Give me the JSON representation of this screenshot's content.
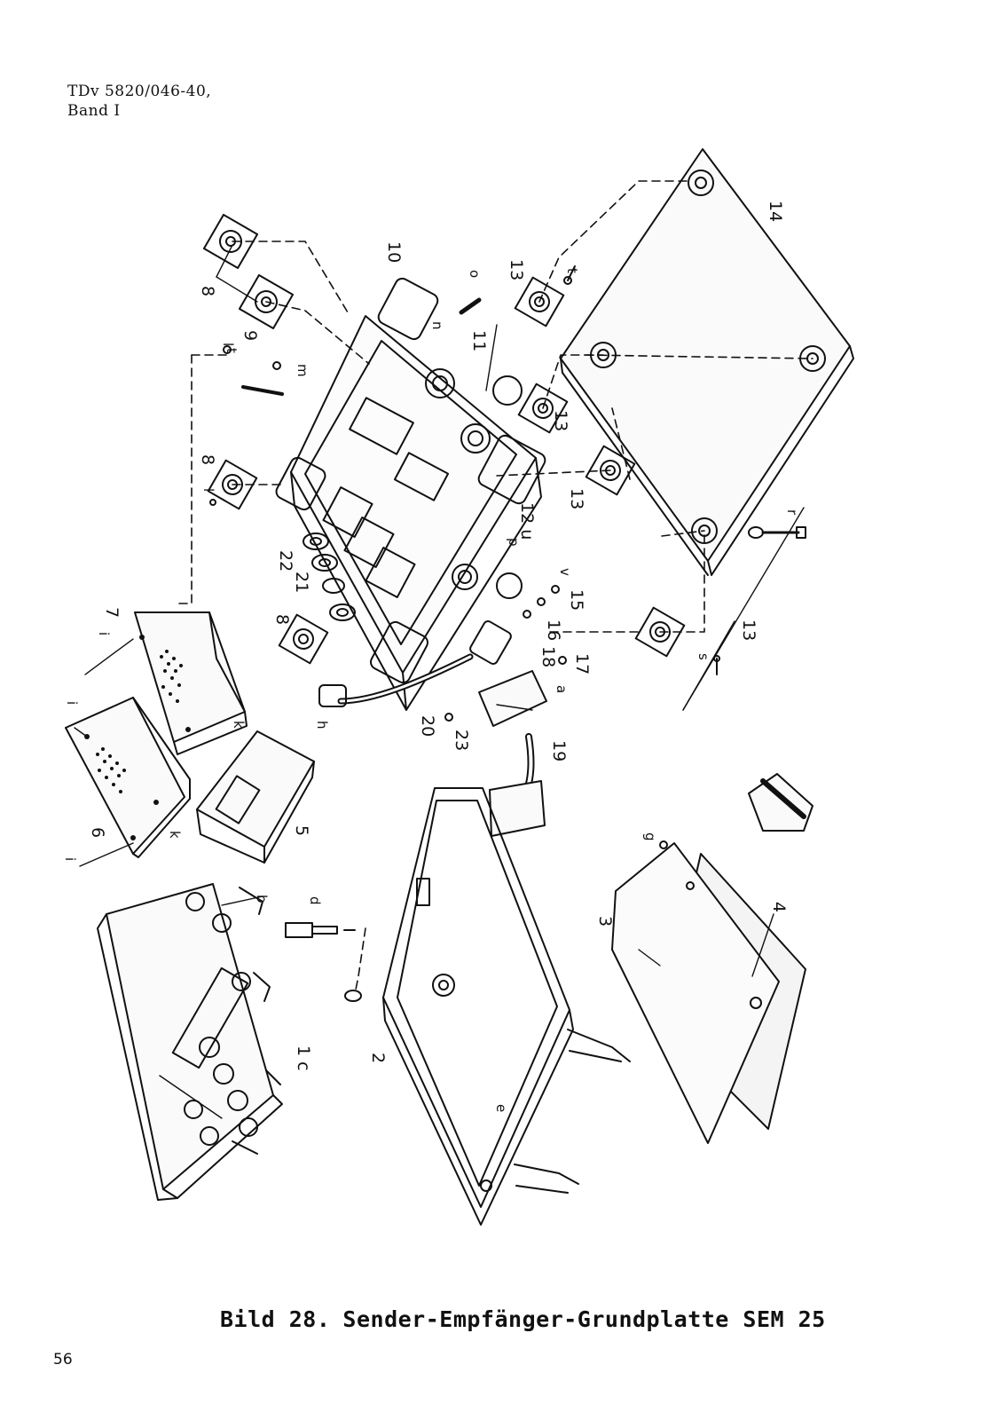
{
  "header": {
    "doc_number": "TDv 5820/046-40,",
    "volume": "Band I"
  },
  "figure": {
    "labels": {
      "l1c": "1 c",
      "l2": "2",
      "l3": "3",
      "l4": "4",
      "l5": "5",
      "l6": "6",
      "l7": "7",
      "l8a": "8",
      "l8b": "8",
      "l8c": "8",
      "l9": "9",
      "l10": "10",
      "l11": "11",
      "l12u": "12 u",
      "l13a": "13",
      "l13b": "13",
      "l13c": "13",
      "l13d": "13",
      "l14": "14",
      "l15": "15",
      "l16": "16",
      "l17": "17",
      "l18": "18",
      "l19": "19",
      "l20": "20",
      "l21": "21",
      "l22": "22",
      "l23": "23",
      "la": "a",
      "lb": "b",
      "ld": "d",
      "le": "e",
      "lg": "g",
      "lh": "h",
      "li1": "i",
      "li2": "i",
      "li3": "i",
      "lk1": "k",
      "lk2": "k",
      "ll1": "l",
      "ll2": "l",
      "lm": "m",
      "ln": "n",
      "lo": "o",
      "lp": "p",
      "lr": "r",
      "ls": "s",
      "lt1": "t",
      "lt2": "t",
      "lv": "v"
    }
  },
  "caption": {
    "figure_ref": "Bild 28.",
    "title": "Sender-Empfänger-Grundplatte SEM 25"
  },
  "page_number": "56"
}
